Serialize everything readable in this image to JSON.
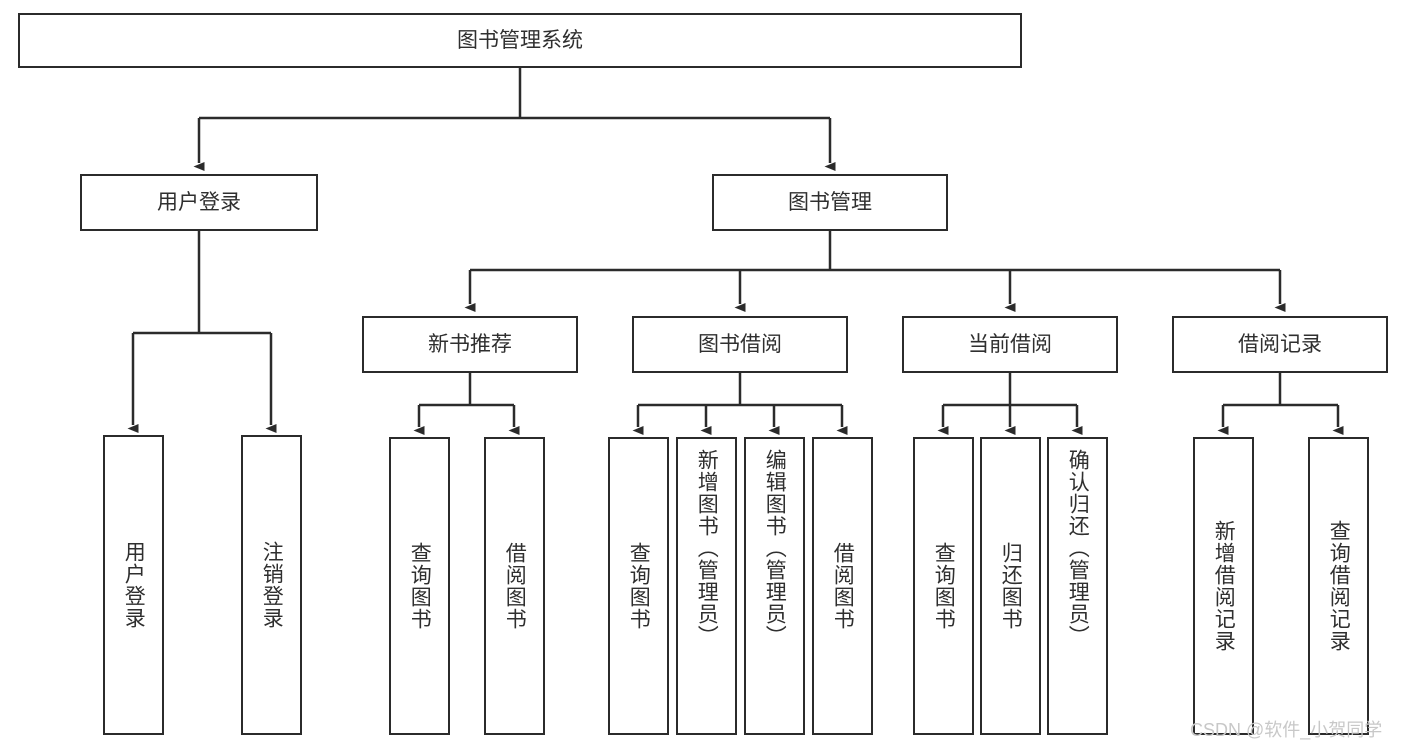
{
  "diagram": {
    "title": "图书管理系统",
    "type": "tree-hierarchy",
    "root": {
      "label": "图书管理系统"
    },
    "level2": [
      {
        "label": "用户登录"
      },
      {
        "label": "图书管理"
      }
    ],
    "level3": [
      {
        "label": "新书推荐"
      },
      {
        "label": "图书借阅"
      },
      {
        "label": "当前借阅"
      },
      {
        "label": "借阅记录"
      }
    ],
    "leaves": {
      "user_login": [
        {
          "label": "用户登录"
        },
        {
          "label": "注销登录"
        }
      ],
      "new_book_recommend": [
        {
          "label": "查询图书"
        },
        {
          "label": "借阅图书"
        }
      ],
      "book_borrow": [
        {
          "label": "查询图书"
        },
        {
          "label": "新增图书（管理员）"
        },
        {
          "label": "编辑图书（管理员）"
        },
        {
          "label": "借阅图书"
        }
      ],
      "current_borrow": [
        {
          "label": "查询图书"
        },
        {
          "label": "归还图书"
        },
        {
          "label": "确认归还（管理员）"
        }
      ],
      "borrow_record": [
        {
          "label": "新增借阅记录"
        },
        {
          "label": "查询借阅记录"
        }
      ]
    }
  },
  "watermark": {
    "text": "CSDN @软件_小贺同学"
  },
  "colors": {
    "stroke": "#2b2b2b",
    "text": "#2f2f2f",
    "background": "#ffffff",
    "watermark": "#c8c8c8"
  }
}
